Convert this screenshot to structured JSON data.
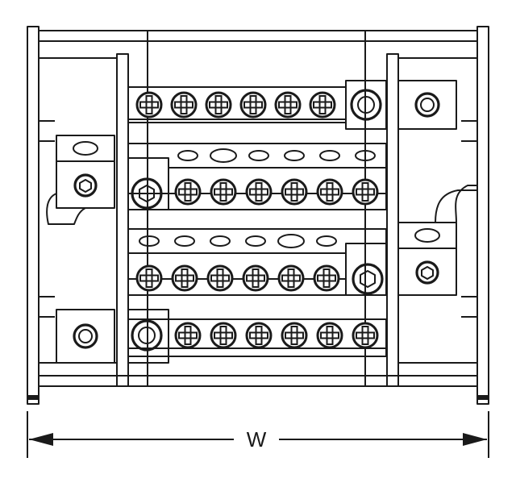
{
  "dimension": {
    "label": "W"
  },
  "bars": [
    {
      "id": "top",
      "screws": 6,
      "washers": 0
    },
    {
      "id": "upper-middle",
      "screws": 6,
      "washers": 6
    },
    {
      "id": "lower-middle",
      "screws": 6,
      "washers": 6
    },
    {
      "id": "bottom",
      "screws": 6,
      "washers": 0
    }
  ],
  "colors": {
    "line": "#1a1a1a",
    "background": "#ffffff"
  }
}
